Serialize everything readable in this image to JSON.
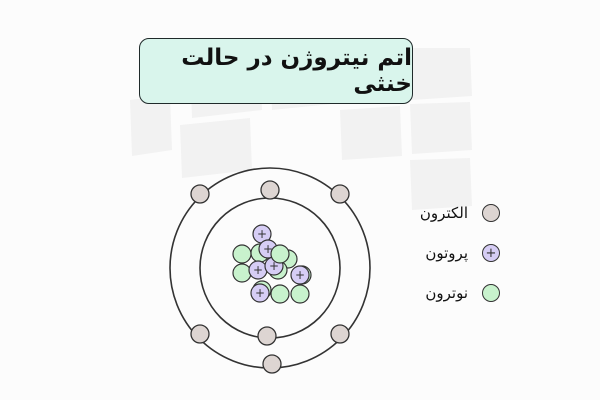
{
  "title": "اتم نیتروژن در حالت خنثی",
  "legend": [
    {
      "label": "الکترون",
      "icon": "electron-icon",
      "symbol": ""
    },
    {
      "label": "پروتون",
      "icon": "proton-icon",
      "symbol": "+"
    },
    {
      "label": "نوترون",
      "icon": "neutron-icon",
      "symbol": ""
    }
  ],
  "particles": {
    "proton_symbol": "+"
  },
  "colors": {
    "title_background": "#d9f5ec",
    "electron": "#ddd5d2",
    "proton": "#d6cdf5",
    "neutron": "#c8f2cd",
    "outline": "#333333",
    "orbit": "#333333"
  }
}
